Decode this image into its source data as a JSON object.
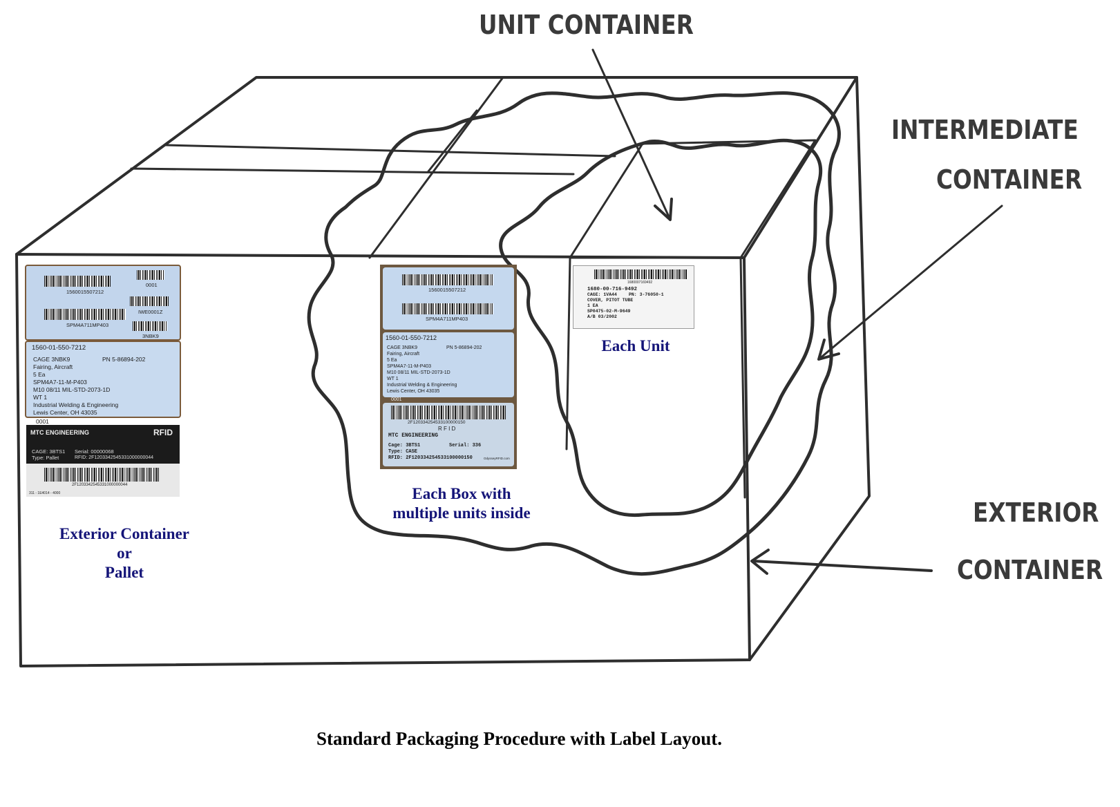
{
  "callouts": {
    "unit_container": "UNIT CONTAINER",
    "intermediate_line1": "INTERMEDIATE",
    "intermediate_line2": "CONTAINER",
    "exterior_line1": "EXTERIOR",
    "exterior_line2": "CONTAINER"
  },
  "captions": {
    "exterior_line1": "Exterior Container",
    "exterior_line2": "or",
    "exterior_line3": "Pallet",
    "box_line1": "Each Box with",
    "box_line2": "multiple units inside",
    "unit": "Each Unit"
  },
  "title": "Standard Packaging Procedure with Label Layout.",
  "pallet_label": {
    "nsn_barcode": "1560015507212",
    "qty_barcode": "0001",
    "lot_barcode": "IWE0001Z",
    "contract_barcode": "SPM4A711MP403",
    "cage_barcode": "3NBK9",
    "nsn": "1560-01-550-7212",
    "cage": "CAGE  3NBK9",
    "pn": "PN   5-86894-202",
    "nomenclature": "Fairing, Aircraft",
    "qty": "5      Ea",
    "contract": "SPM4A7-11-M-P403",
    "date": "M10      08/11   MIL-STD-2073-1D",
    "wt": "WT        1",
    "company": "Industrial Welding & Engineering",
    "address": "Lewis Center, OH 43035",
    "serial_short": "0001",
    "rfid_company": "MTC ENGINEERING",
    "rfid_tag": "RFID",
    "rfid_cage": "CAGE:  3BTS1",
    "rfid_serial": "Serial:  00000068",
    "rfid_type": "Type:  Pallet",
    "rfid_code": "RFID:  2F1203342545331000000044",
    "rfid_barcode_text": "2F1203342545331000000044",
    "footer": "311 - 1E4014 - 4000"
  },
  "box_label": {
    "nsn_barcode": "1560015507212",
    "contract_barcode": "SPM4A711MP403",
    "nsn": "1560-01-550-7212",
    "cage": "CAGE  3NBK9",
    "pn": "PN   5-86894-202",
    "nomenclature": "Fairing, Aircraft",
    "qty": "5      Ea",
    "contract": "SPM4A7-11-M-P403",
    "date": "M10      08/11   MIL-STD-2073-1D",
    "wt": "WT        1",
    "company": "Industrial Welding & Engineering",
    "address": "Lewis Center, OH 43035",
    "serial_short": "0001",
    "rfid_barcode_text": "2F120334254533100000150",
    "rfid_tag": "R F I D",
    "rfid_company": "MTC ENGINEERING",
    "rfid_cage": "Cage:  3BTS1",
    "rfid_serial": "Serial:  336",
    "rfid_type": "Type:  CASE",
    "rfid_code": "RFID:  2F120334254533100000150",
    "vendor": "OdysseyRFID.com"
  },
  "unit_label": {
    "barcode_text": "1680007169492",
    "nsn": "1680-00-716-9492",
    "cage": "CAGE: 1VA44",
    "pn": "PN: 3-76050-1",
    "nomenclature": "COVER, PITOT TUBE",
    "qty": "1 EA",
    "contract": "SP0475-02-M-9649",
    "date": "A/B     03/2002"
  }
}
